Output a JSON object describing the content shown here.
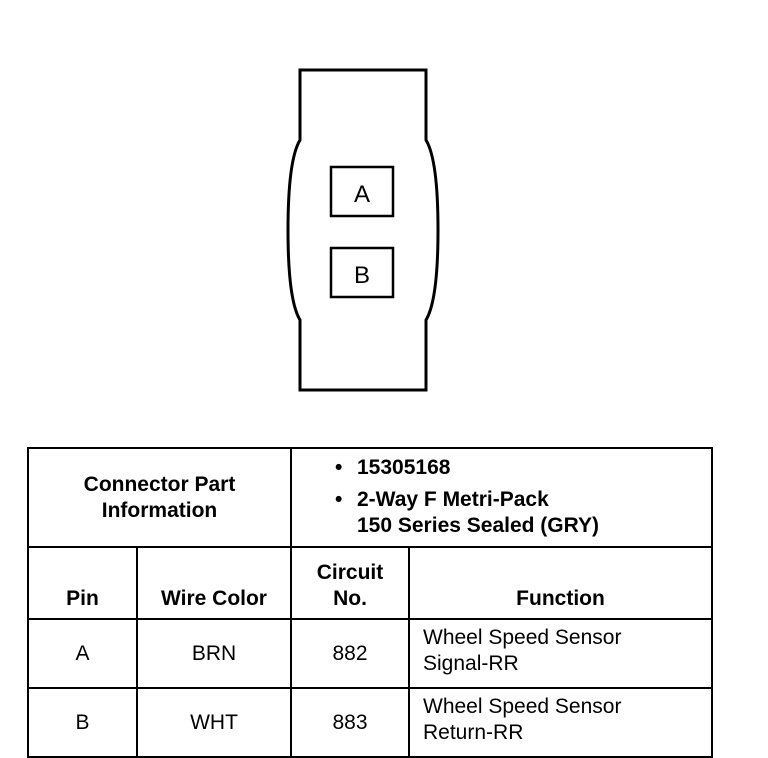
{
  "connector": {
    "cavities": [
      "A",
      "B"
    ]
  },
  "part_info": {
    "label_line1": "Connector Part",
    "label_line2": "Information",
    "bullet": "•",
    "part_number": "15305168",
    "desc_line1": "2-Way F Metri-Pack",
    "desc_line2": "150 Series Sealed (GRY)"
  },
  "headers": {
    "pin": "Pin",
    "wire_color": "Wire Color",
    "circuit_line1": "Circuit",
    "circuit_line2": "No.",
    "function": "Function"
  },
  "rows": [
    {
      "pin": "A",
      "wire_color": "BRN",
      "circuit": "882",
      "function_line1": "Wheel Speed Sensor",
      "function_line2": "Signal-RR"
    },
    {
      "pin": "B",
      "wire_color": "WHT",
      "circuit": "883",
      "function_line1": "Wheel Speed Sensor",
      "function_line2": "Return-RR"
    }
  ]
}
